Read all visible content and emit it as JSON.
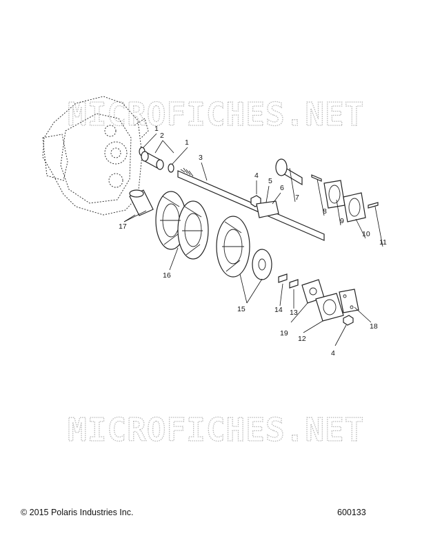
{
  "watermark": "MICROFICHES.NET",
  "footer": {
    "copyright": "© 2015 Polaris Industries Inc.",
    "figure_id": "600133"
  },
  "callouts": {
    "c1a": "1",
    "c1b": "1",
    "c2": "2",
    "c3": "3",
    "c4a": "4",
    "c5": "5",
    "c6": "6",
    "c7": "7",
    "c8": "8",
    "c9": "9",
    "c10": "10",
    "c11": "11",
    "c12": "12",
    "c13": "13",
    "c14": "14",
    "c15": "15",
    "c16": "16",
    "c17": "17",
    "c18": "18",
    "c19": "19",
    "c4b": "4"
  }
}
